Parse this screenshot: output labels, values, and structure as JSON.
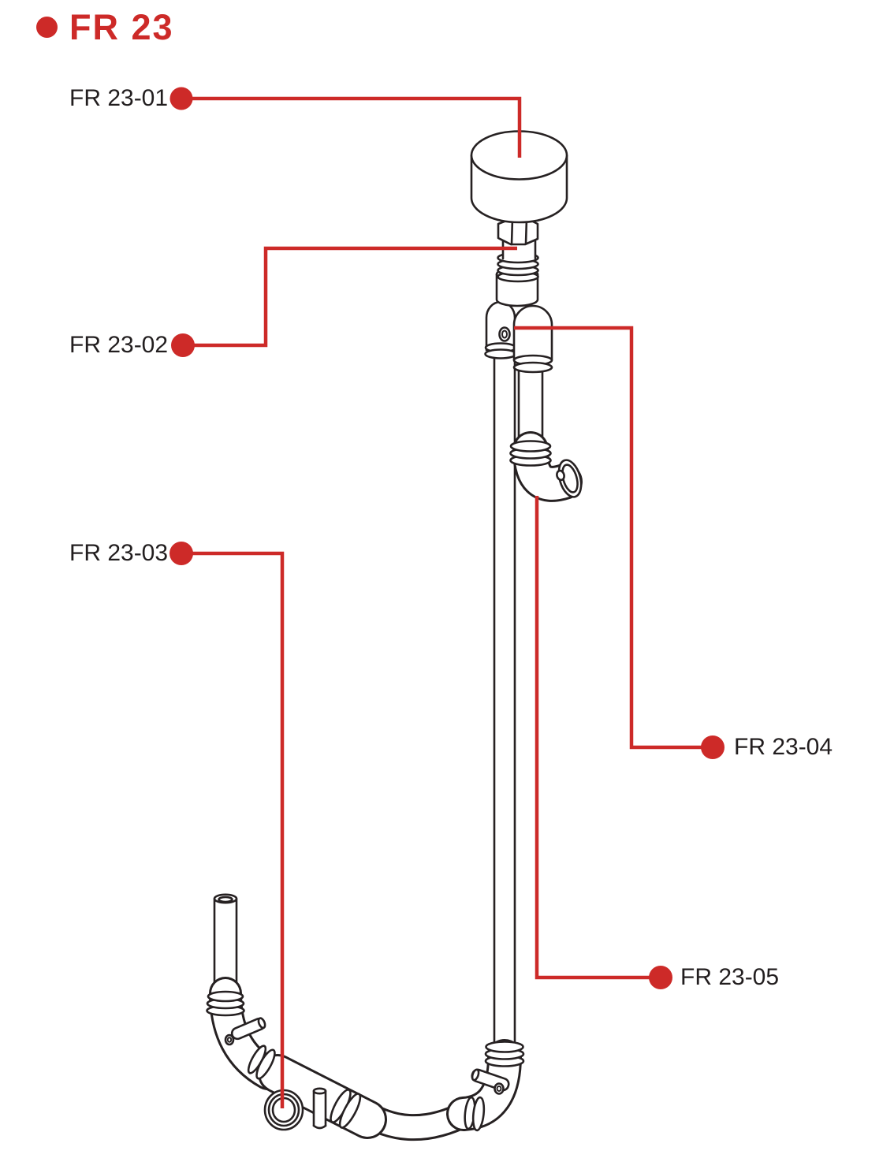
{
  "title": {
    "label": "FR 23"
  },
  "colors": {
    "accent_red": "#cd2a28",
    "line_black": "#262122",
    "background": "#ffffff"
  },
  "callouts": [
    {
      "label": "FR 23-01",
      "side": "left"
    },
    {
      "label": "FR 23-02",
      "side": "left"
    },
    {
      "label": "FR 23-03",
      "side": "left"
    },
    {
      "label": "FR 23-04",
      "side": "right"
    },
    {
      "label": "FR 23-05",
      "side": "right"
    }
  ]
}
